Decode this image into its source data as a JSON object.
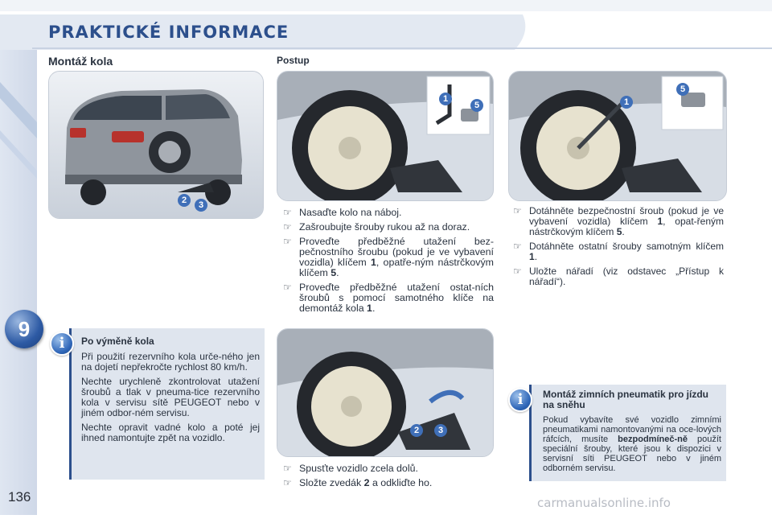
{
  "header": {
    "title": "PRAKTICKÉ INFORMACE"
  },
  "chapter": {
    "number": "9"
  },
  "page": {
    "number": "136"
  },
  "section": {
    "title": "Montáž kola",
    "procedure_title": "Postup"
  },
  "callouts": {
    "n1": "1",
    "n2": "2",
    "n3": "3",
    "n5": "5"
  },
  "steps_a": [
    {
      "text": "Nasaďte kolo na náboj."
    },
    {
      "text": "Zašroubujte šrouby rukou až na doraz."
    },
    {
      "pre": "Proveďte předběžné utažení bez-pečnostního šroubu (pokud je ve vybavení vozidla) klíčem ",
      "b1": "1",
      "mid": ", opatře-ným nástrčkovým klíčem ",
      "b2": "5",
      "post": "."
    },
    {
      "pre": "Proveďte předběžné utažení ostat-ních šroubů s pomocí samotného klíče na demontáž kola ",
      "b1": "1",
      "post": "."
    }
  ],
  "steps_b": [
    {
      "pre": "Dotáhněte bezpečnostní šroub (pokud je ve vybavení vozidla) klíčem ",
      "b1": "1",
      "mid": ", opat-řeným nástrčkovým klíčem ",
      "b2": "5",
      "post": "."
    },
    {
      "pre": "Dotáhněte ostatní šrouby samotným klíčem ",
      "b1": "1",
      "post": "."
    },
    {
      "text": "Uložte nářadí (viz odstavec „Přístup k nářadí“)."
    }
  ],
  "steps_c": [
    {
      "text": "Spusťte vozidlo zcela dolů."
    },
    {
      "pre": "Složte zvedák ",
      "b1": "2",
      "post": " a odkliďte ho."
    }
  ],
  "bullet_glyph": "☞",
  "info_left": {
    "icon": "i",
    "title": "Po výměně kola",
    "p1": "Při použití rezervního kola urče-ného jen na dojetí nepřekročte rychlost 80 km/h.",
    "p2": "Nechte urychleně zkontrolovat utažení šroubů a tlak v pneuma-tice rezervního kola v servisu sítě PEUGEOT nebo v jiném odbor-ném servisu.",
    "p3": "Nechte opravit vadné kolo a poté jej ihned namontujte zpět na vozidlo."
  },
  "info_right": {
    "icon": "i",
    "title": "Montáž zimních pneumatik pro jízdu na sněhu",
    "pre": "Pokud vybavíte své vozidlo zimními pneumatikami namontovanými na oce-lových ráfcích, musíte ",
    "bold": "bezpodmíneč-ně",
    "post": " použít speciální šrouby, které jsou k dispozici v servisní síti PEUGEOT nebo v jiném odborném servisu."
  },
  "watermark": "carmanualsonline.info",
  "colors": {
    "brand_blue": "#2c4f8c",
    "info_bg": "#dfe5ee",
    "callout_blue": "#3f6fb8"
  }
}
